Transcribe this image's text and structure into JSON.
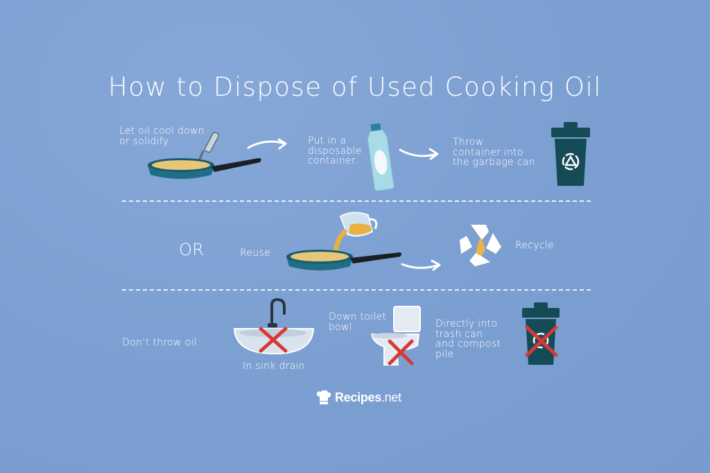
{
  "title": "How to Dispose of Used Cooking Oil",
  "steps": {
    "cool": "Let oil cool down\nor solidify",
    "container": "Put in a\ndisposable\ncontainer.",
    "throw": "Throw\ncontainer into\nthe garbage can."
  },
  "alternatives": {
    "or": "OR",
    "reuse": "Reuse",
    "recycle": "Recycle"
  },
  "donts": {
    "heading": "Don’t throw oil:",
    "sink": "In sink drain",
    "toilet": "Down toilet\nbowl",
    "trash": "Directly into\ntrash can\nand compost\npile"
  },
  "brand": {
    "name": "Recipes",
    "suffix": ".net"
  },
  "colors": {
    "background": "#7fa2d3",
    "pan": "#1f6e86",
    "oil": "#e6c777",
    "bin": "#154a57",
    "cross": "#d63a36",
    "bottle": "#a8dbe8"
  },
  "icons": [
    "frying-pan-icon",
    "spatula-icon",
    "bottle-icon",
    "trash-bin-icon",
    "recycle-icon",
    "oil-drop-icon",
    "measuring-cup-icon",
    "sink-icon",
    "toilet-icon",
    "cross-icon",
    "arrow-icon",
    "chef-hat-icon"
  ]
}
